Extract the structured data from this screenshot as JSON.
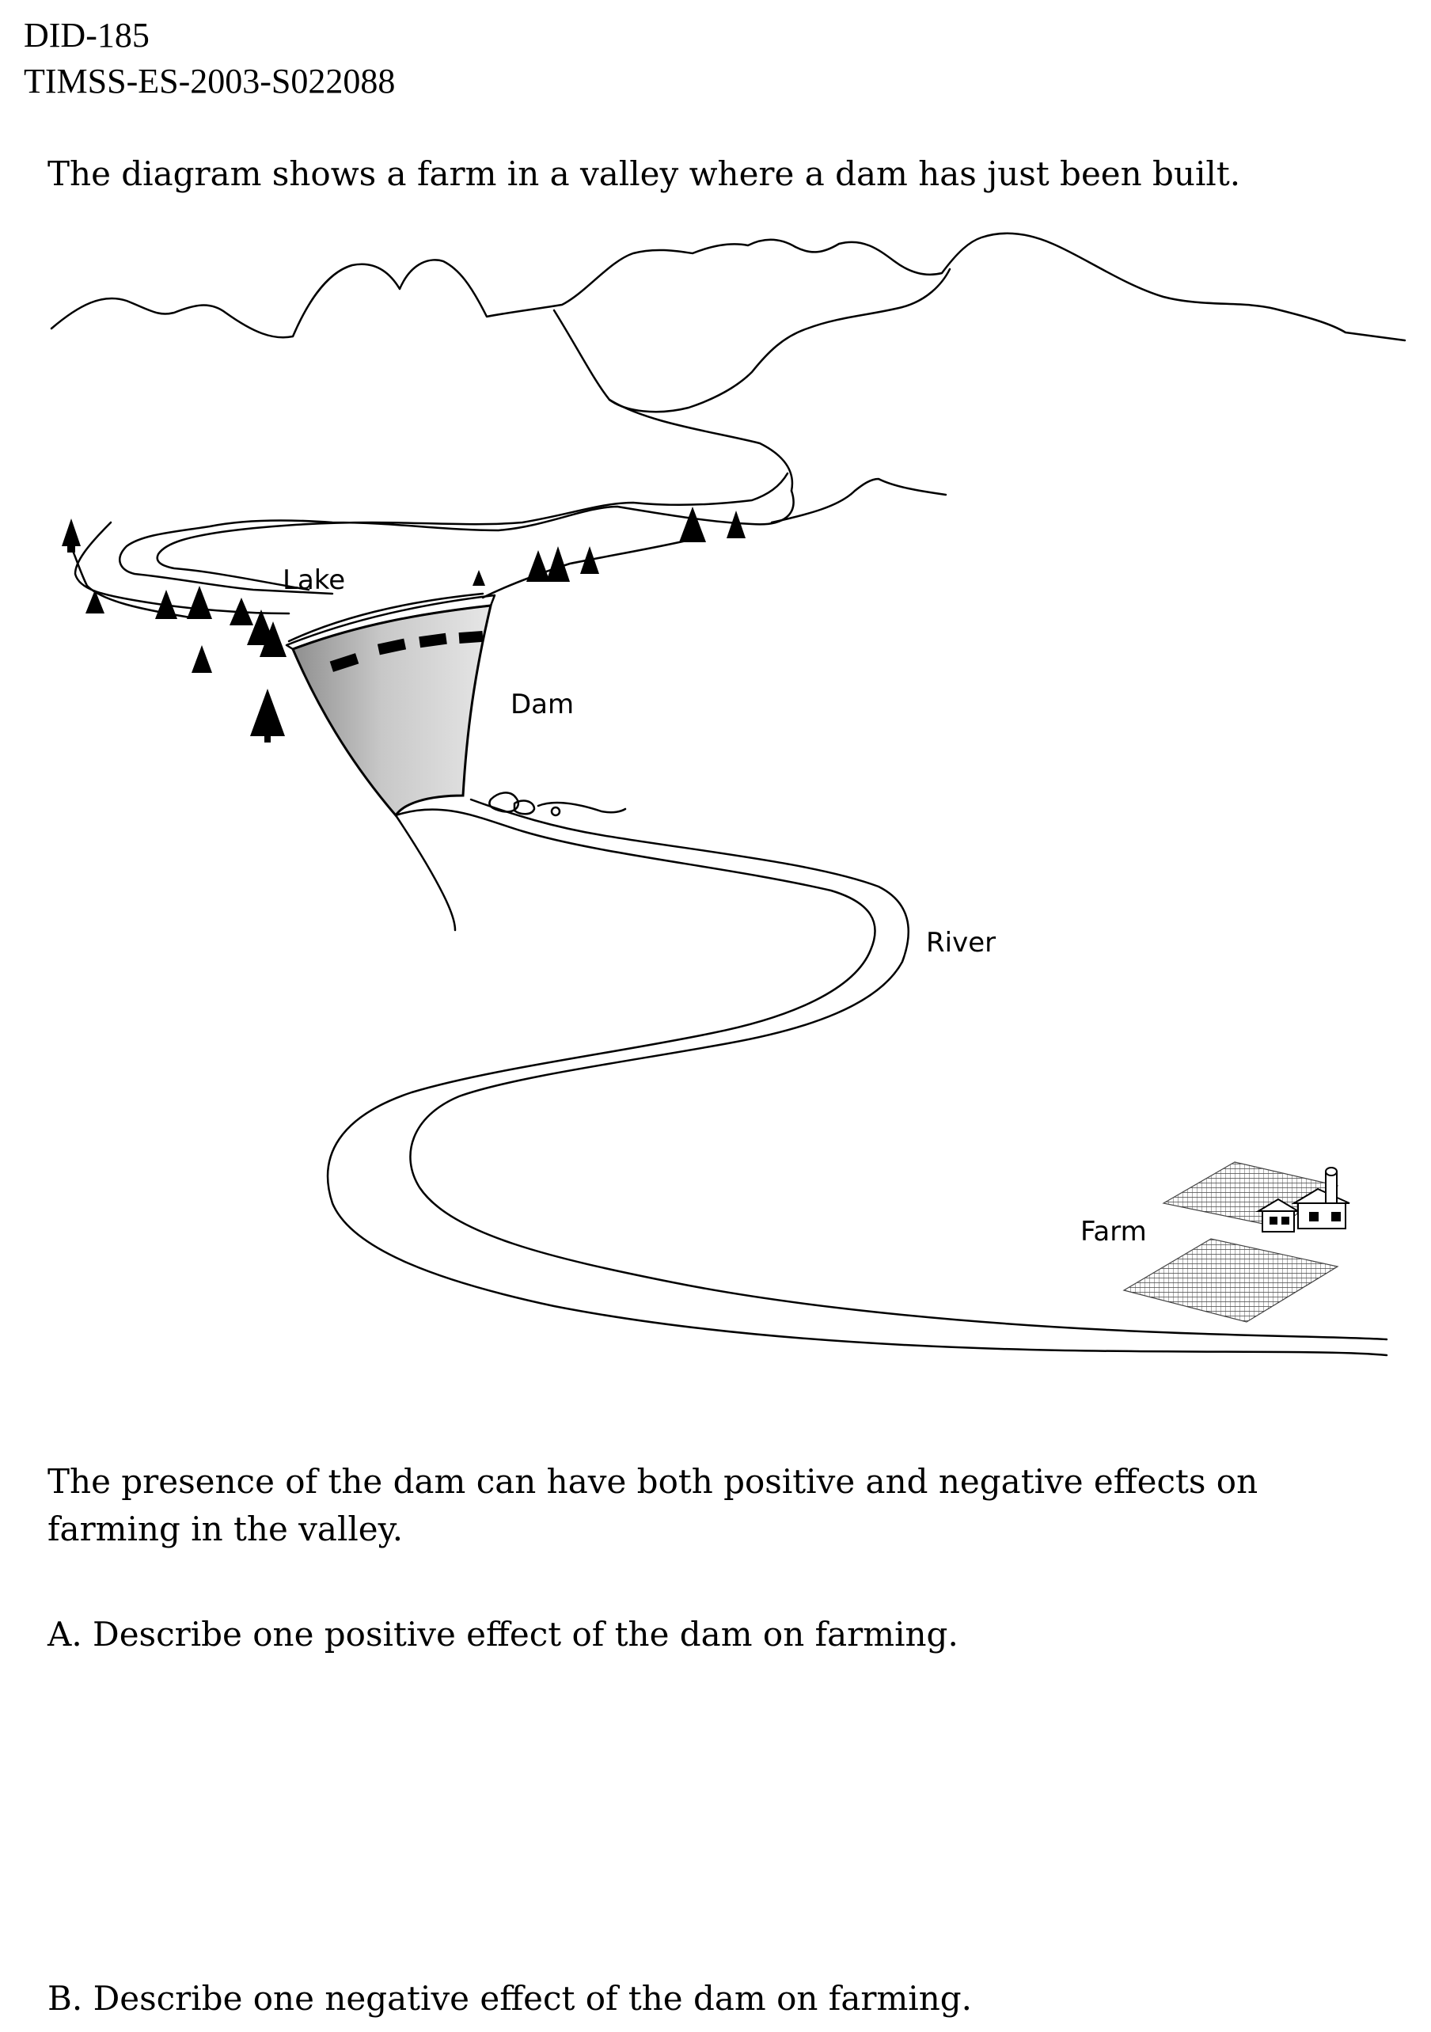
{
  "header": {
    "doc_id": "DID-185",
    "item_code": "TIMSS-ES-2003-S022088"
  },
  "question": {
    "intro": "The diagram shows a farm in a valley where a dam has just been built.",
    "presence": "The presence of the dam can have both positive and negative effects on farming in the valley.",
    "part_a": "A. Describe one positive effect of the dam on farming.",
    "part_b": "B. Describe one negative effect of the dam on farming."
  },
  "diagram": {
    "labels": {
      "lake": "Lake",
      "dam": "Dam",
      "river": "River",
      "farm": "Farm"
    }
  }
}
